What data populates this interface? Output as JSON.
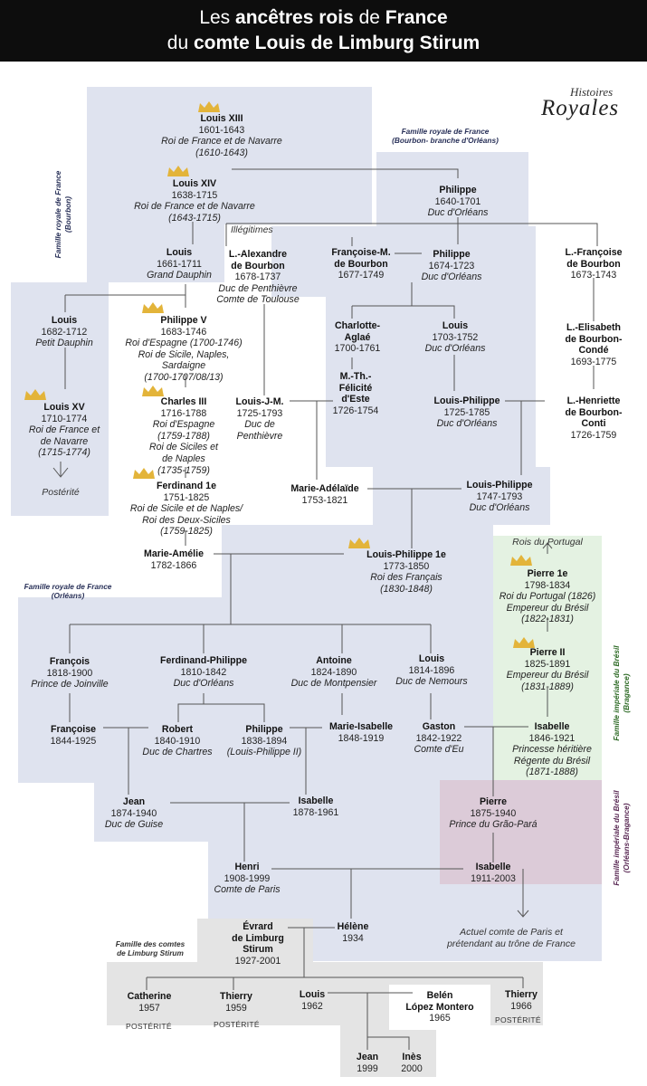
{
  "title": {
    "part1": "Les ",
    "part2": "ancêtres rois",
    "part3": " de ",
    "part4": "France",
    "line2a": "du ",
    "line2b": "comte Louis de Limburg Stirum"
  },
  "logo": {
    "top": "Histoires",
    "bottom": "Royales"
  },
  "families": {
    "bourbon": [
      "Famille royale de France",
      "(Bourbon)"
    ],
    "orleans_branch": [
      "Famille royale de France",
      "(Bourbon- branche d'Orléans)"
    ],
    "orleans": [
      "Famille royale de France",
      "(Orléans)"
    ],
    "bragance": [
      "Famille impériale du Brésil",
      "(Bragance)"
    ],
    "orleans_bragance": [
      "Famille impériale du Brésil",
      "(Orléans-Bragance)"
    ],
    "limburg": [
      "Famille des comtes",
      "de Limburg Stirum"
    ]
  },
  "notes": {
    "illegitimes": "Illégitimes",
    "posterite": "Postérité",
    "rois_portugal": "Rois du Portugal",
    "actuel": [
      "Actuel comte de Paris et",
      "prétendant au trône de France"
    ],
    "posterite_caps": "POSTÉRITÉ"
  },
  "colors": {
    "header_bg": "#0d0d0d",
    "blue_box": "#dfe3ef",
    "green_box": "#e4f2e2",
    "purple_box": "#dccbd8",
    "grey_box": "#e4e4e4",
    "crown": "#e3b43a",
    "bourbon_label": "#283058",
    "bresil_label": "#2d6a25",
    "orleans_bragance_label": "#5a2a55"
  },
  "people": {
    "louis13": {
      "name": [
        "Louis XIII"
      ],
      "dates": [
        "1601-1643"
      ],
      "title": [
        "Roi de France et de Navarre",
        "(1610-1643)"
      ]
    },
    "louis14": {
      "name": [
        "Louis XIV"
      ],
      "dates": [
        "1638-1715"
      ],
      "title": [
        "Roi de France et de Navarre",
        "(1643-1715)"
      ]
    },
    "philippe1": {
      "name": [
        "Philippe"
      ],
      "dates": [
        "1640-1701"
      ],
      "title": [
        "Duc d'Orléans"
      ]
    },
    "granddauphin": {
      "name": [
        "Louis"
      ],
      "dates": [
        "1661-1711"
      ],
      "title": [
        "Grand Dauphin"
      ]
    },
    "lalexandre": {
      "name": [
        "L.-Alexandre",
        "de Bourbon"
      ],
      "dates": [
        "1678-1737"
      ],
      "title": [
        "Duc de Penthièvre",
        "Comte de Toulouse"
      ]
    },
    "francoisem": {
      "name": [
        "Françoise-M.",
        "de Bourbon"
      ],
      "dates": [
        "1677-1749"
      ],
      "title": []
    },
    "philippe2": {
      "name": [
        "Philippe"
      ],
      "dates": [
        "1674-1723"
      ],
      "title": [
        "Duc d'Orléans"
      ]
    },
    "lfrancoise": {
      "name": [
        "L.-Françoise",
        "de Bourbon"
      ],
      "dates": [
        "1673-1743"
      ],
      "title": []
    },
    "petitdauphin": {
      "name": [
        "Louis"
      ],
      "dates": [
        "1682-1712"
      ],
      "title": [
        "Petit Dauphin"
      ]
    },
    "philippe5": {
      "name": [
        "Philippe V"
      ],
      "dates": [
        "1683-1746"
      ],
      "title": [
        "Roi d'Espagne (1700-1746)",
        "Roi de Sicile, Naples,",
        "Sardaigne",
        "(1700-1707/08/13)"
      ]
    },
    "charlotte": {
      "name": [
        "Charlotte-",
        "Aglaé"
      ],
      "dates": [
        "1700-1761"
      ],
      "title": []
    },
    "louis1703": {
      "name": [
        "Louis"
      ],
      "dates": [
        "1703-1752"
      ],
      "title": [
        "Duc d'Orléans"
      ]
    },
    "lelisabeth": {
      "name": [
        "L.-Elisabeth",
        "de Bourbon-",
        "Condé"
      ],
      "dates": [
        "1693-1775"
      ],
      "title": []
    },
    "louis15": {
      "name": [
        "Louis XV"
      ],
      "dates": [
        "1710-1774"
      ],
      "title": [
        "Roi de France et",
        "de Navarre",
        "(1715-1774)"
      ]
    },
    "charles3": {
      "name": [
        "Charles III"
      ],
      "dates": [
        "1716-1788"
      ],
      "title": [
        "Roi d'Espagne",
        "(1759-1788)",
        "Roi de Siciles et",
        "de Naples",
        "(1735-1759)"
      ]
    },
    "louisjm": {
      "name": [
        "Louis-J-M."
      ],
      "dates": [
        "1725-1793"
      ],
      "title": [
        "Duc de",
        "Penthièvre"
      ]
    },
    "mthfelicite": {
      "name": [
        "M.-Th.-",
        "Félicité",
        "d'Este"
      ],
      "dates": [
        "1726-1754"
      ],
      "title": []
    },
    "louisphilippe1725": {
      "name": [
        "Louis-Philippe"
      ],
      "dates": [
        "1725-1785"
      ],
      "title": [
        "Duc d'Orléans"
      ]
    },
    "lhenriette": {
      "name": [
        "L.-Henriette",
        "de Bourbon-",
        "Conti"
      ],
      "dates": [
        "1726-1759"
      ],
      "title": []
    },
    "ferdinand1": {
      "name": [
        "Ferdinand 1e"
      ],
      "dates": [
        "1751-1825"
      ],
      "title": [
        "Roi de Sicile et de Naples/",
        "Roi des Deux-Siciles",
        "(1759-1825)"
      ]
    },
    "marieadelaide": {
      "name": [
        "Marie-Adélaïde"
      ],
      "dates": [
        "1753-1821"
      ],
      "title": []
    },
    "louisphilippe1747": {
      "name": [
        "Louis-Philippe"
      ],
      "dates": [
        "1747-1793"
      ],
      "title": [
        "Duc d'Orléans"
      ]
    },
    "marieamelie": {
      "name": [
        "Marie-Amélie"
      ],
      "dates": [
        "1782-1866"
      ],
      "title": []
    },
    "louisphilippe1e": {
      "name": [
        "Louis-Philippe 1e"
      ],
      "dates": [
        "1773-1850"
      ],
      "title": [
        "Roi des Français",
        "(1830-1848)"
      ]
    },
    "pierre1": {
      "name": [
        "Pierre 1e"
      ],
      "dates": [
        "1798-1834"
      ],
      "title": [
        "Roi du Portugal (1826)",
        "Empereur du Brésil",
        "(1822-1831)"
      ]
    },
    "pierre2": {
      "name": [
        "Pierre II"
      ],
      "dates": [
        "1825-1891"
      ],
      "title": [
        "Empereur du Brésil",
        "(1831-1889)"
      ]
    },
    "francois": {
      "name": [
        "François"
      ],
      "dates": [
        "1818-1900"
      ],
      "title": [
        "Prince de Joinville"
      ]
    },
    "ferdinandphilippe": {
      "name": [
        "Ferdinand-Philippe"
      ],
      "dates": [
        "1810-1842"
      ],
      "title": [
        "Duc d'Orléans"
      ]
    },
    "antoine": {
      "name": [
        "Antoine"
      ],
      "dates": [
        "1824-1890"
      ],
      "title": [
        "Duc de Montpensier"
      ]
    },
    "louisnemours": {
      "name": [
        "Louis"
      ],
      "dates": [
        "1814-1896"
      ],
      "title": [
        "Duc de Nemours"
      ]
    },
    "francoise": {
      "name": [
        "Françoise"
      ],
      "dates": [
        "1844-1925"
      ],
      "title": []
    },
    "robert": {
      "name": [
        "Robert"
      ],
      "dates": [
        "1840-1910"
      ],
      "title": [
        "Duc de Chartres"
      ]
    },
    "philippe1838": {
      "name": [
        "Philippe"
      ],
      "dates": [
        "1838-1894"
      ],
      "title": [
        "(Louis-Philippe II)"
      ]
    },
    "marieisabelle": {
      "name": [
        "Marie-Isabelle"
      ],
      "dates": [
        "1848-1919"
      ],
      "title": []
    },
    "gaston": {
      "name": [
        "Gaston"
      ],
      "dates": [
        "1842-1922"
      ],
      "title": [
        "Comte d'Eu"
      ]
    },
    "isabelle1846": {
      "name": [
        "Isabelle"
      ],
      "dates": [
        "1846-1921"
      ],
      "title": [
        "Princesse héritière",
        "Régente du Brésil",
        "(1871-1888)"
      ]
    },
    "jean1874": {
      "name": [
        "Jean"
      ],
      "dates": [
        "1874-1940"
      ],
      "title": [
        "Duc de Guise"
      ]
    },
    "isabelle1878": {
      "name": [
        "Isabelle"
      ],
      "dates": [
        "1878-1961"
      ],
      "title": []
    },
    "pierre1875": {
      "name": [
        "Pierre"
      ],
      "dates": [
        "1875-1940"
      ],
      "title": [
        "Prince du Grão-Pará"
      ]
    },
    "henri": {
      "name": [
        "Henri"
      ],
      "dates": [
        "1908-1999"
      ],
      "title": [
        "Comte de Paris"
      ]
    },
    "isabelle1911": {
      "name": [
        "Isabelle"
      ],
      "dates": [
        "1911-2003"
      ],
      "title": []
    },
    "evrard": {
      "name": [
        "Évrard",
        "de Limburg",
        "Stirum"
      ],
      "dates": [
        "1927-2001"
      ],
      "title": []
    },
    "helene": {
      "name": [
        "Hélène"
      ],
      "dates": [
        "1934"
      ],
      "title": []
    },
    "catherine": {
      "name": [
        "Catherine"
      ],
      "dates": [
        "1957"
      ],
      "title": []
    },
    "thierry1959": {
      "name": [
        "Thierry"
      ],
      "dates": [
        "1959"
      ],
      "title": []
    },
    "louis1962": {
      "name": [
        "Louis"
      ],
      "dates": [
        "1962"
      ],
      "title": []
    },
    "belen": {
      "name": [
        "Belén",
        "López Montero"
      ],
      "dates": [
        "1965"
      ],
      "title": []
    },
    "thierry1966": {
      "name": [
        "Thierry"
      ],
      "dates": [
        "1966"
      ],
      "title": []
    },
    "jean1999": {
      "name": [
        "Jean"
      ],
      "dates": [
        "1999"
      ],
      "title": []
    },
    "ines": {
      "name": [
        "Inès"
      ],
      "dates": [
        "2000"
      ],
      "title": []
    }
  }
}
